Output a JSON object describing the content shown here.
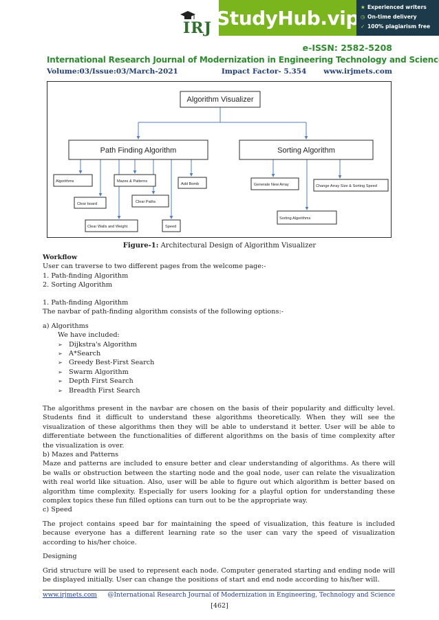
{
  "promo": {
    "brand": "StudyHub.vip",
    "features": [
      "Experienced writers",
      "On-time delivery",
      "100% plagiarism free"
    ]
  },
  "logo": {
    "text": "IRJ"
  },
  "header": {
    "issn": "e-ISSN: 2582-5208",
    "journal": "International Research Journal of  Modernization in Engineering  Technology and Science",
    "volume": "Volume:03/Issue:03/March-2021",
    "impact": "Impact Factor- 5.354",
    "website": "www.irjmets.com"
  },
  "figure": {
    "root": "Algorithm Visualizer",
    "path_finding": "Path Finding Algorithm",
    "sorting": "Sorting Algorithm",
    "pf_items": {
      "algorithms": "Algorithms",
      "clear_board": "Clear board",
      "clear_walls": "Clear Walls and Weight",
      "mazes": "Mazes & Patterns",
      "clear_paths": "Clear Paths",
      "speed": "Speed",
      "add_bomb": "Add Bomb"
    },
    "sort_items": {
      "generate": "Generate New Array",
      "change": "Change Array Size & Sorting Speed",
      "sorting_algorithms": "Sorting Algorithms"
    },
    "caption_label": "Figure-1:",
    "caption_text": " Architectural Design of Algorithm Visualizer"
  },
  "body": {
    "workflow_heading": "Workflow",
    "workflow_intro": "User can traverse to two different pages from the welcome page:-",
    "workflow_items": [
      "1. Path-finding Algorithm",
      "2. Sorting Algorithm"
    ],
    "section1_title": "1.    Path-finding Algorithm",
    "section1_intro": "The navbar of path-finding algorithm consists of the following options:-",
    "a_label": "a)    Algorithms",
    "a_intro": "We have included:",
    "algorithms": [
      "Dijkstra's Algorithm",
      "A*Search",
      "Greedy Best-First Search",
      "Swarm Algorithm",
      "Depth First Search",
      "Breadth First Search"
    ],
    "para1": "The algorithms present in the navbar are chosen on the basis of their popularity and difficulty level. Students find it difficult to understand these algorithms theoretically. When they will see the visualization of these algorithms then they will be able to understand it better. User will be able to differentiate between the functionalities of different algorithms on the basis of time complexity after the visualization is over.",
    "b_label": "b)    Mazes and Patterns",
    "para2": "Maze and patterns are included to ensure better and clear understanding of algorithms. As there will be walls or obstruction between the starting node and the goal node, user can relate the visualization with real world like situation. Also, user will be able to figure out which algorithm is better based on algorithm time complexity. Especially for users looking for a playful option for understanding these complex topics these fun filled options can turn out to be the appropriate way.",
    "c_label": "c)    Speed",
    "para3": "The project contains speed bar for maintaining the speed of visualization, this feature is included because everyone has a different learning rate so the user can vary the speed of visualization according to his/her choice.",
    "designing": "Designing",
    "para4": "Grid structure will be used to represent each node. Computer generated starting and ending node will be displayed initially. User can change the positions of start and end node according to his/her will."
  },
  "footer": {
    "url": "www.irjmets.com",
    "copyright": "@International Research Journal of Modernization in Engineering, Technology and Science",
    "page": "[462]"
  }
}
